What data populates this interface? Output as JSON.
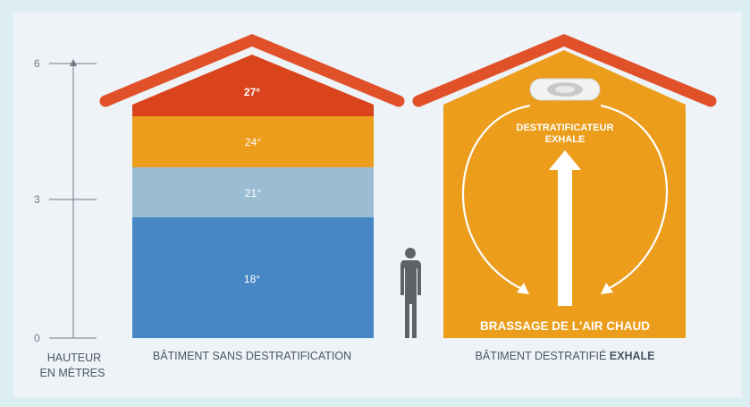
{
  "scale": {
    "ticks": [
      {
        "value": 6,
        "label": "6"
      },
      {
        "value": 3,
        "label": "3"
      },
      {
        "value": 0,
        "label": "0"
      }
    ],
    "title_line1": "HAUTEUR",
    "title_line2": "EN MÈTRES"
  },
  "left_building": {
    "layers": [
      {
        "label": "27°",
        "color": "#d9441c"
      },
      {
        "label": "24°",
        "color": "#eb9d1b"
      },
      {
        "label": "21°",
        "color": "#9bbdd3"
      },
      {
        "label": "18°",
        "color": "#4787c6"
      }
    ],
    "caption": "BÂTIMENT SANS DESTRATIFICATION"
  },
  "right_building": {
    "device_line1": "DESTRATIFICATEUR",
    "device_line2": "EXHALE",
    "bottom_label": "BRASSAGE DE L'AIR CHAUD",
    "caption_prefix": "BÂTIMENT DESTRATIFIÉ ",
    "caption_brand": "EXHALE",
    "fill_color": "#eb9d1b"
  },
  "colors": {
    "roof": "#e0512a",
    "axis": "#6f7a86",
    "caption": "#4a5663",
    "person": "#5e6368"
  }
}
